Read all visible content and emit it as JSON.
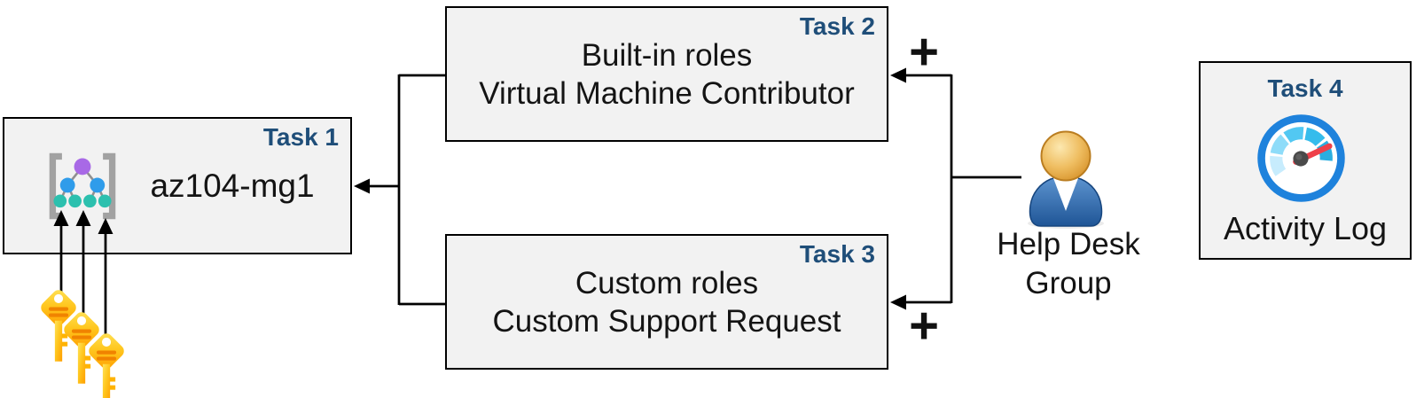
{
  "tasks": {
    "task1": {
      "label": "Task 1",
      "title": "az104-mg1",
      "icon": "management-group-icon"
    },
    "task2": {
      "label": "Task 2",
      "line1": "Built-in roles",
      "line2": "Virtual Machine Contributor"
    },
    "task3": {
      "label": "Task 3",
      "line1": "Custom roles",
      "line2": "Custom Support Request"
    },
    "task4": {
      "label": "Task 4",
      "caption": "Activity Log",
      "icon": "activity-log-gauge-icon"
    }
  },
  "actor": {
    "line1": "Help Desk",
    "line2": "Group",
    "icon": "person-icon"
  },
  "connectors": {
    "plus_top": "+",
    "plus_bottom": "+",
    "keys_icon": "key-icon",
    "key_count": 3
  },
  "colors": {
    "task_label": "#1F4E79",
    "box_fill": "#F2F2F2",
    "box_border": "#000000",
    "body_text": "#141414",
    "connector": "#000000",
    "key_gold": "#FFC71F",
    "key_stripe": "#F08300",
    "mg_purple": "#A869E6",
    "mg_blue": "#2F9CEA",
    "mg_teal": "#2CC0AE",
    "bracket_gray": "#A2A2A2",
    "person_body_blue": "#2F6CAE",
    "person_head_gold": "#E8A33D",
    "gauge_ring_blue": "#1E82DC",
    "gauge_needle_red": "#EE404A"
  }
}
